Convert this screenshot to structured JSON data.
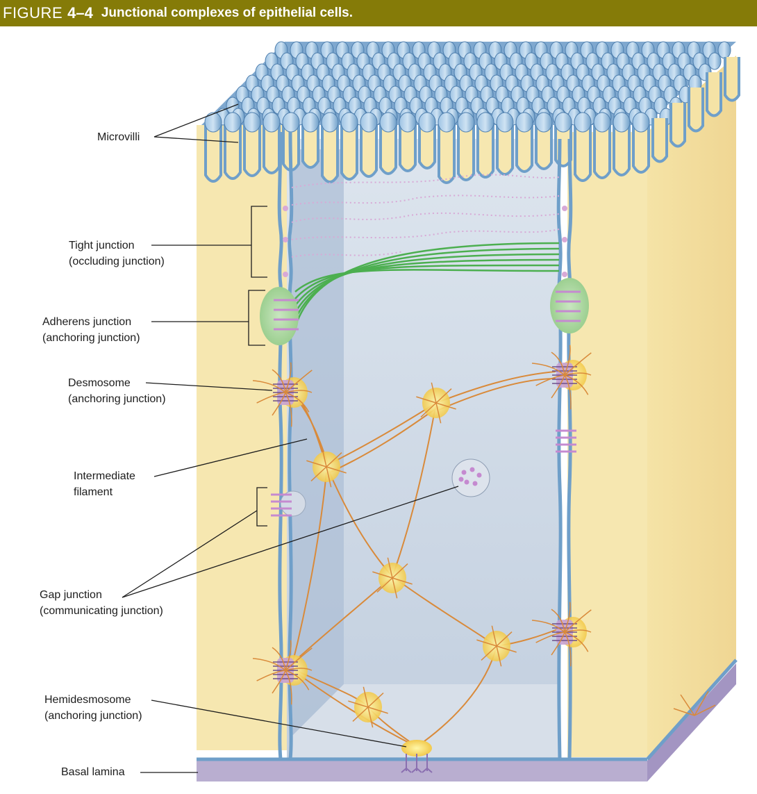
{
  "header": {
    "figure_word": "FIGURE",
    "figure_number": "4–4",
    "title": "Junctional complexes of epithelial cells."
  },
  "labels": {
    "microvilli": "Microvilli",
    "tight_junction": {
      "line1": "Tight junction",
      "line2": "(occluding junction)"
    },
    "adherens_junction": {
      "line1": "Adherens junction",
      "line2": "(anchoring junction)"
    },
    "desmosome": {
      "line1": "Desmosome",
      "line2": "(anchoring junction)"
    },
    "intermediate_filament": {
      "line1": "Intermediate",
      "line2": "filament"
    },
    "gap_junction": {
      "line1": "Gap junction",
      "line2": "(communicating junction)"
    },
    "hemidesmosome": {
      "line1": "Hemidesmosome",
      "line2": "(anchoring junction)"
    },
    "basal_lamina": "Basal lamina"
  },
  "colors": {
    "header_bg": "#857b08",
    "cytoplasm": "#f6e7b0",
    "membrane": "#6f9fc9",
    "interior": "#c7d3e3",
    "tight_junction_strands": "#d8a9d6",
    "actin_filaments": "#4caf50",
    "intermediate_filaments": "#d98a3a",
    "plaque": "#f4e04a",
    "basal_lamina": "#b9aed0"
  }
}
